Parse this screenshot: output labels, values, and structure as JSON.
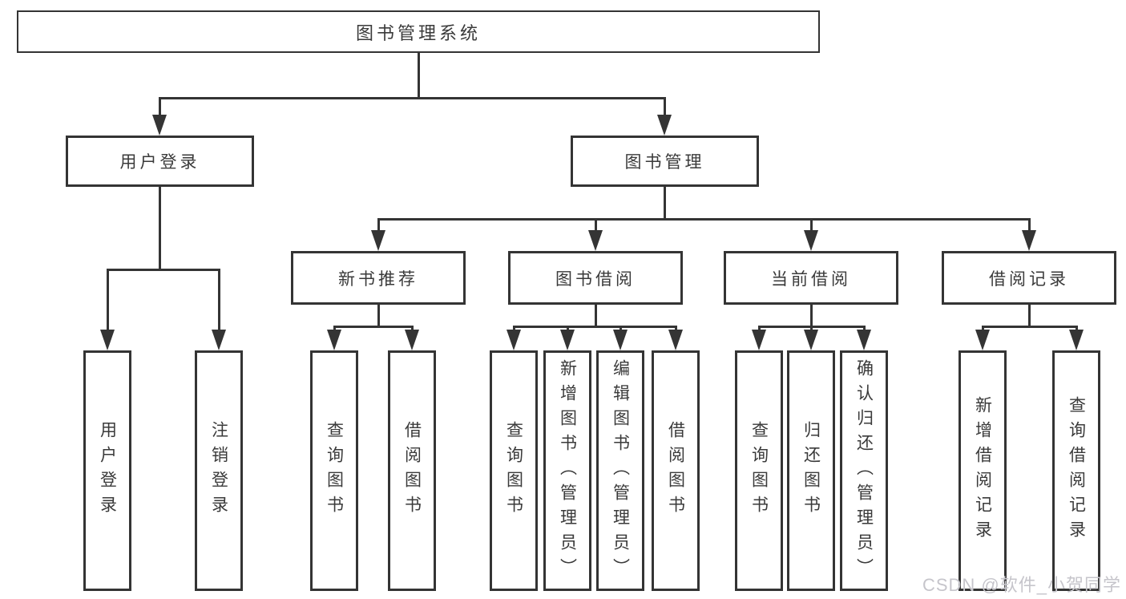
{
  "colors": {
    "line": "#343434",
    "text": "#3a3a3a",
    "background": "#ffffff",
    "watermark": "#c6c5cb"
  },
  "watermark": {
    "text": "CSDN @软件_小贺同学"
  },
  "tree": {
    "label": "图书管理系统",
    "children": [
      {
        "label": "用户登录",
        "children": [
          {
            "label": "用户登录"
          },
          {
            "label": "注销登录"
          }
        ]
      },
      {
        "label": "图书管理",
        "children": [
          {
            "label": "新书推荐",
            "children": [
              {
                "label": "查询图书"
              },
              {
                "label": "借阅图书"
              }
            ]
          },
          {
            "label": "图书借阅",
            "children": [
              {
                "label": "查询图书"
              },
              {
                "label": "新增图书（管理员）"
              },
              {
                "label": "编辑图书（管理员）"
              },
              {
                "label": "借阅图书"
              }
            ]
          },
          {
            "label": "当前借阅",
            "children": [
              {
                "label": "查询图书"
              },
              {
                "label": "归还图书"
              },
              {
                "label": "确认归还（管理员）"
              }
            ]
          },
          {
            "label": "借阅记录",
            "children": [
              {
                "label": "新增借阅记录"
              },
              {
                "label": "查询借阅记录"
              }
            ]
          }
        ]
      }
    ]
  }
}
